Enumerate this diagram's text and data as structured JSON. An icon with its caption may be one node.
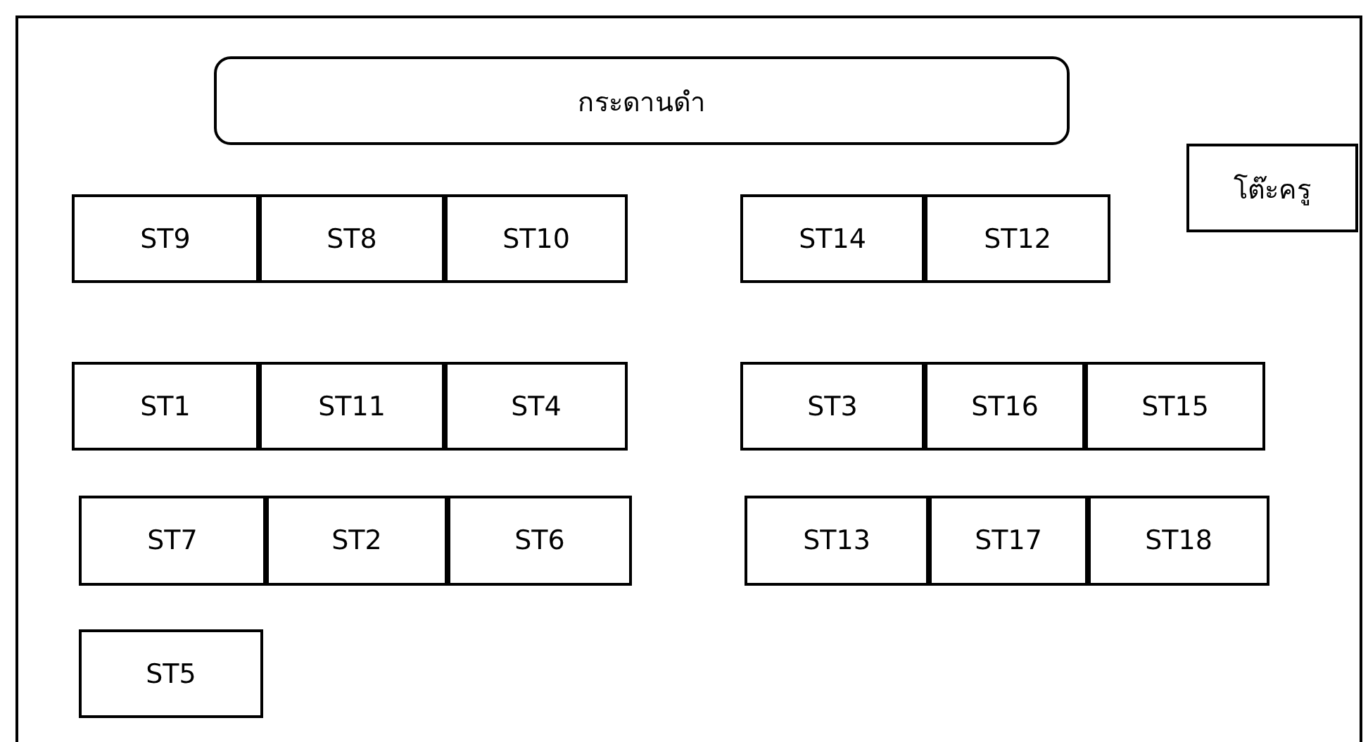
{
  "diagram": {
    "nodes": [
      {
        "text": [
          "กระดานดำ"
        ]
      },
      {
        "text": [
          "โต๊ะครู"
        ]
      },
      {
        "text": [
          "ST9"
        ]
      },
      {
        "text": [
          "ST8"
        ]
      },
      {
        "text": [
          "ST10"
        ]
      },
      {
        "text": [
          "ST14"
        ]
      },
      {
        "text": [
          "ST12"
        ]
      },
      {
        "text": [
          "ST1"
        ]
      },
      {
        "text": [
          "ST11"
        ]
      },
      {
        "text": [
          "ST4"
        ]
      },
      {
        "text": [
          "ST3"
        ]
      },
      {
        "text": [
          "ST16"
        ]
      },
      {
        "text": [
          "ST15"
        ]
      },
      {
        "text": [
          "ST7"
        ]
      },
      {
        "text": [
          "ST2"
        ]
      },
      {
        "text": [
          "ST6"
        ]
      },
      {
        "text": [
          "ST13"
        ]
      },
      {
        "text": [
          "ST17"
        ]
      },
      {
        "text": [
          "ST18"
        ]
      },
      {
        "text": [
          "ST5"
        ]
      }
    ]
  }
}
